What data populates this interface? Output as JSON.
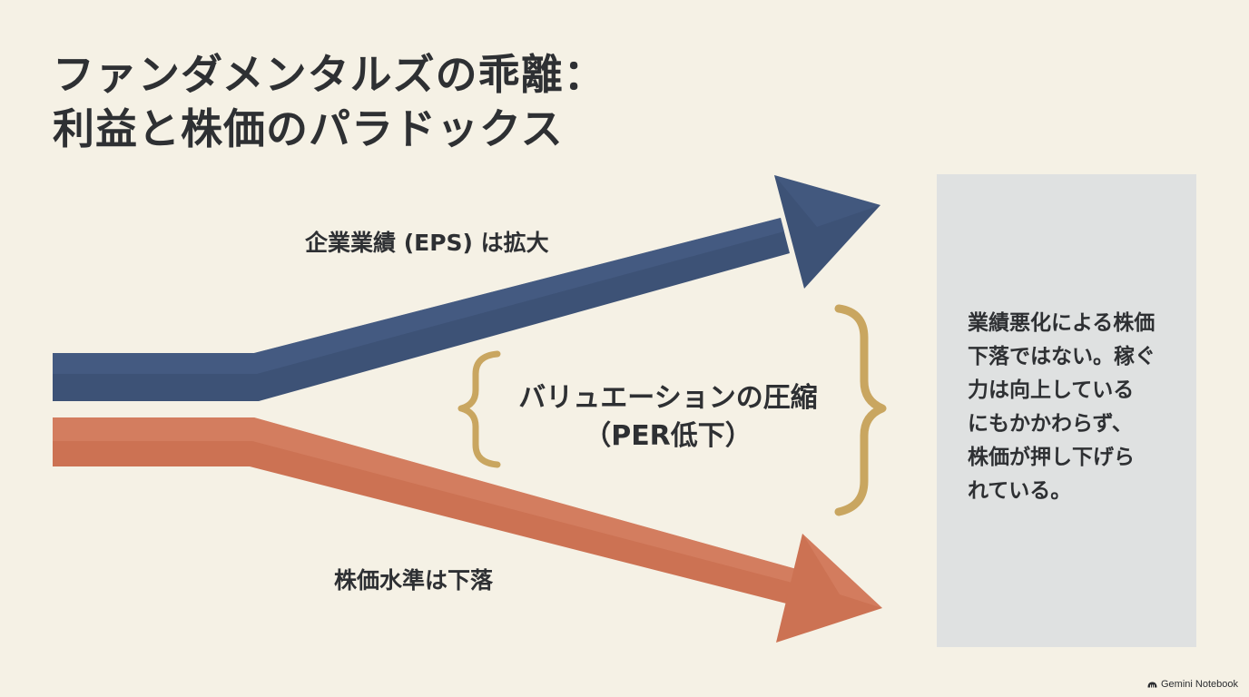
{
  "title": {
    "line1": "ファンダメンタルズの乖離：",
    "line2": "利益と株価のパラドックス"
  },
  "arrows": {
    "eps": {
      "label": "企業業績 (EPS) は拡大",
      "color": "#3d5276",
      "direction": "up"
    },
    "price": {
      "label": "株価水準は下落",
      "color": "#cc7253",
      "direction": "down"
    }
  },
  "valuation": {
    "line1": "バリュエーションの圧縮",
    "line2": "（PER低下）",
    "bracket_color": "#c9a660"
  },
  "note": {
    "lines": [
      "業績悪化による株価",
      "下落ではない。稼ぐ",
      "力は向上している",
      "にもかかわらず、",
      "株価が押し下げら",
      "れている。"
    ]
  },
  "watermark": {
    "icon": "gemini-notebook-icon",
    "text": "Gemini Notebook"
  }
}
